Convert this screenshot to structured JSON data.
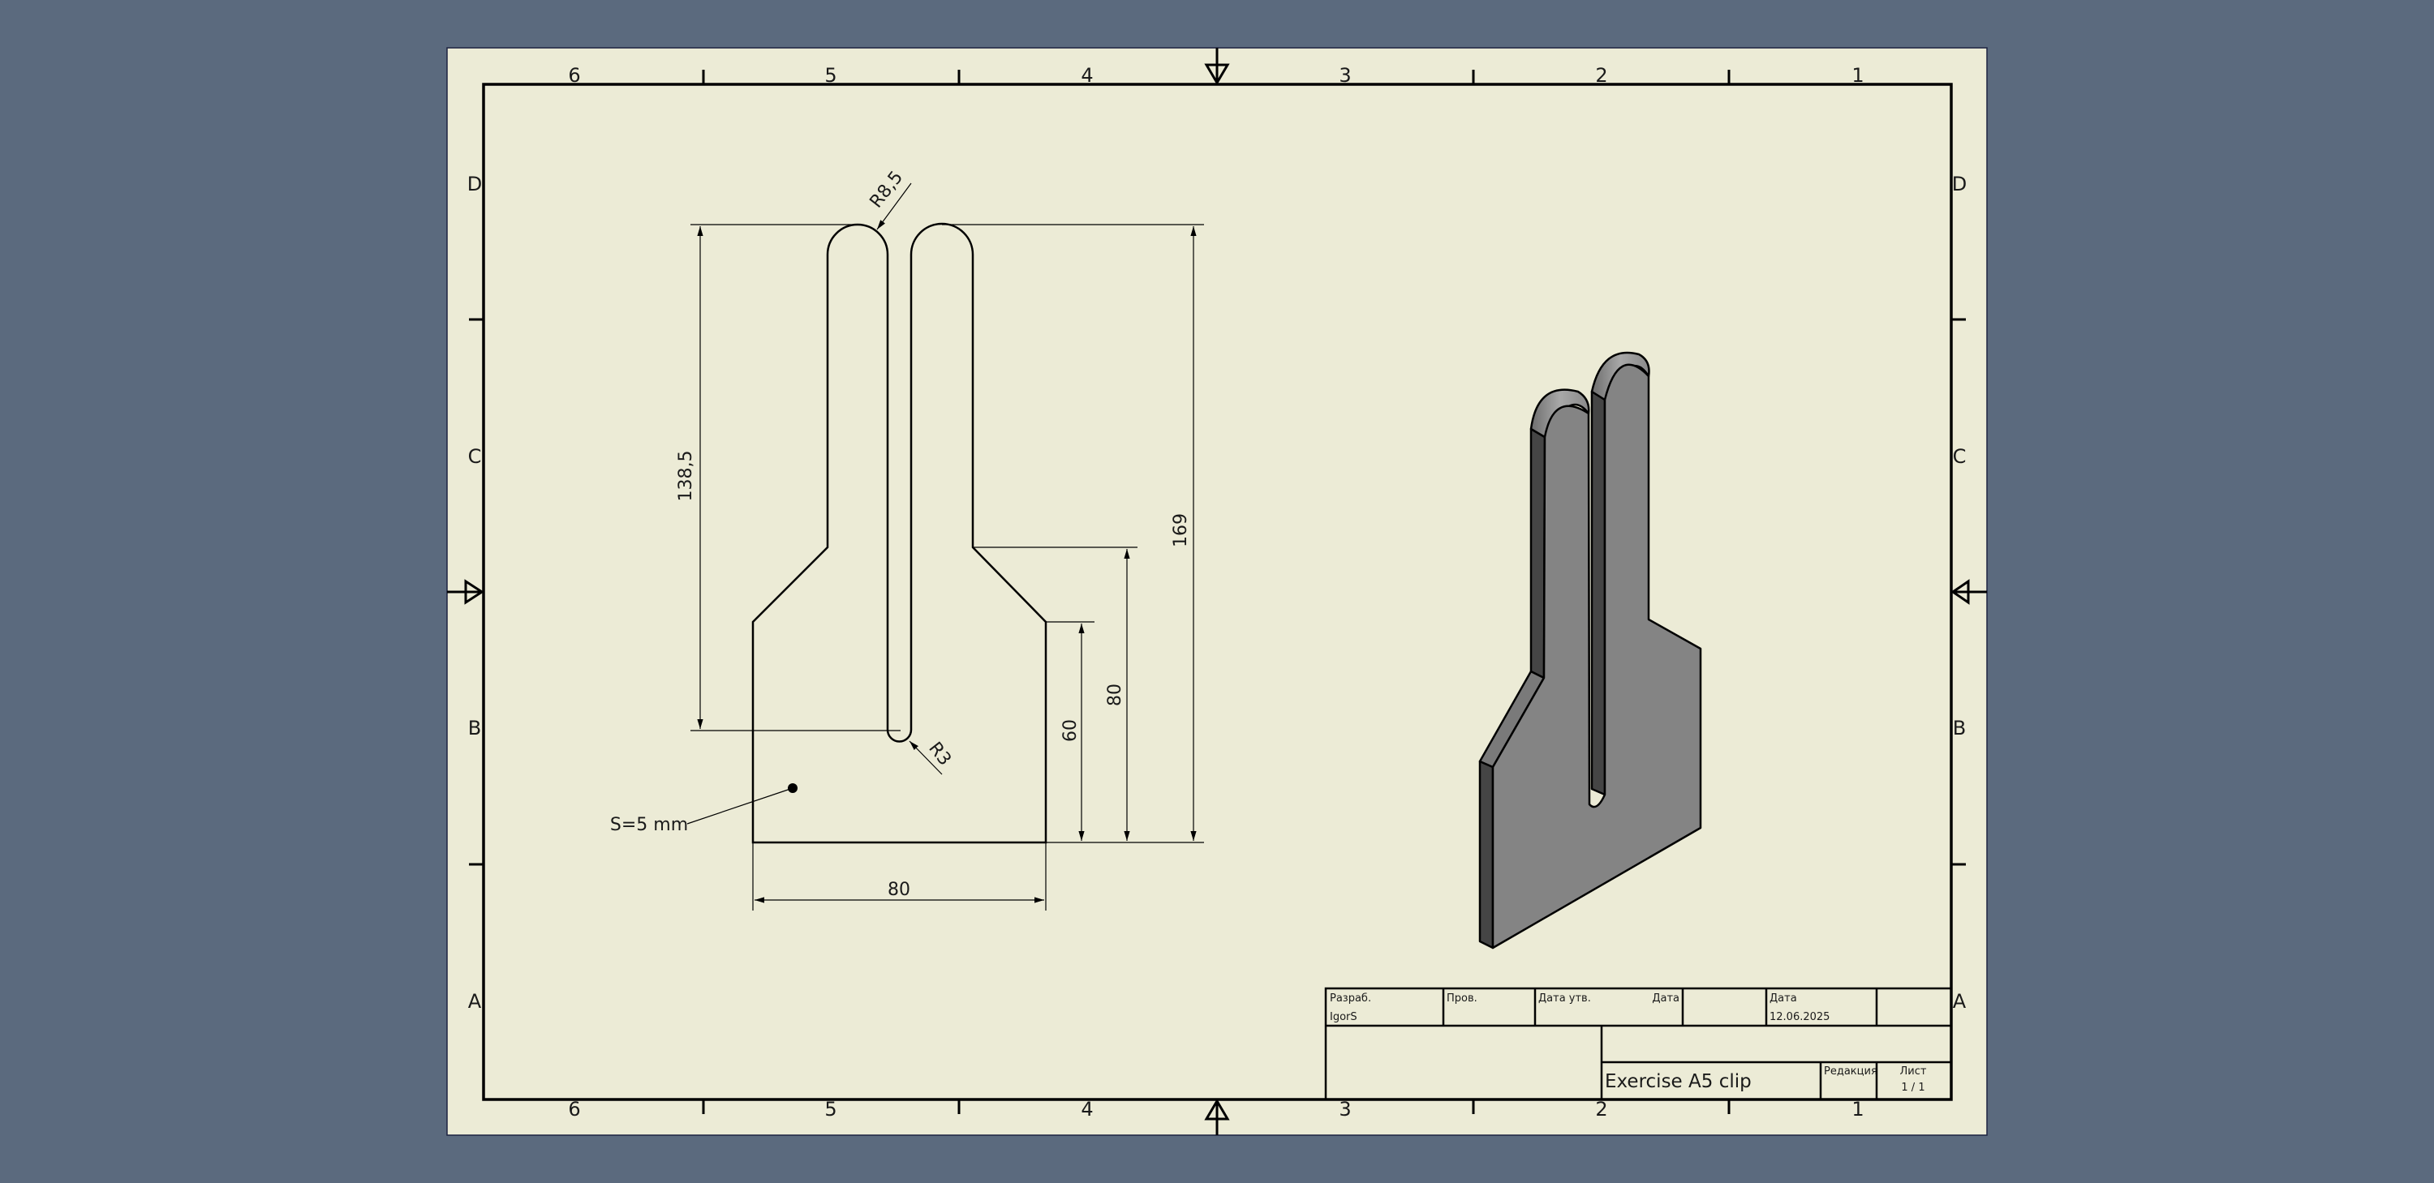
{
  "colors": {
    "background": "#5b6a7e",
    "sheet": "#ecebd6",
    "iso_front": "#848484",
    "iso_side": "#454545",
    "iso_top": "#9a9a9a"
  },
  "frame": {
    "columns": [
      "6",
      "5",
      "4",
      "3",
      "2",
      "1"
    ],
    "rows": [
      "D",
      "C",
      "B",
      "A"
    ]
  },
  "drawing": {
    "dimensions": {
      "radius_top": "R8,5",
      "radius_slot": "R3",
      "slot_height": "138,5",
      "total_height": "169",
      "shoulder_height": "80",
      "side_height": "60",
      "width": "80"
    },
    "note": "S=5 mm"
  },
  "title_block": {
    "developer_label": "Разраб.",
    "developer_value": "IgorS",
    "checked_label": "Пров.",
    "approved_date_label": "Дата утв.",
    "date_label_1": "Дата",
    "date_label_2": "Дата",
    "date_value": "12.06.2025",
    "title": "Exercise A5 clip",
    "revision_label": "Редакция",
    "sheet_label": "Лист",
    "sheet_value": "1 / 1"
  }
}
